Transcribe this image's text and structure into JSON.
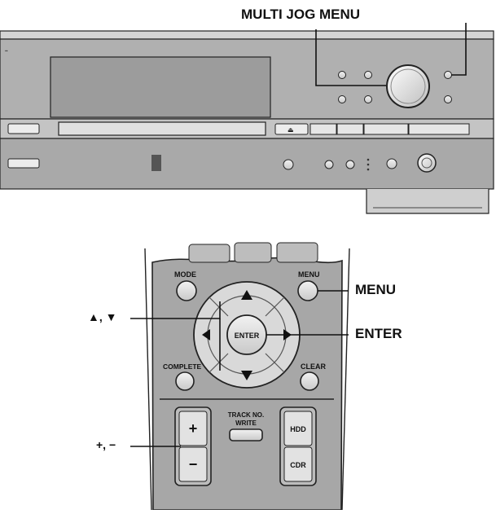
{
  "callouts": {
    "multi_jog_menu": "MULTI JOG MENU",
    "menu": "MENU",
    "arrows": "▲, ▼",
    "enter": "ENTER",
    "plus_minus": "+, −"
  },
  "remote": {
    "mode": "MODE",
    "menu": "MENU",
    "enter": "ENTER",
    "complete": "COMPLETE",
    "clear": "CLEAR",
    "track_no_write_1": "TRACK NO.",
    "track_no_write_2": "WRITE",
    "hdd": "HDD",
    "cdr": "CDR",
    "plus": "+",
    "minus": "−"
  },
  "colors": {
    "ink": "#111111",
    "panel_gray": "#9a9a9a",
    "remote_gray": "#a9a9a9",
    "button_light": "#e2e2e2"
  }
}
